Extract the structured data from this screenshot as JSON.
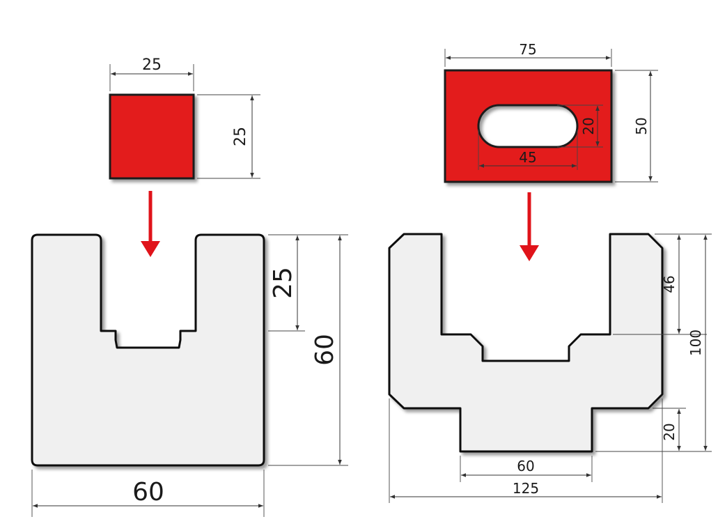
{
  "colors": {
    "part_fill": "#e31b1b",
    "part_stroke": "#1a1a1a",
    "die_fill": "#f0f0f0",
    "die_stroke": "#111111",
    "arrow": "#e0131a",
    "dimension": "#333333",
    "shadow": "#7a7a7a"
  },
  "left": {
    "part_width": "25",
    "part_height": "25",
    "slot_depth": "25",
    "die_height": "60",
    "die_width": "60"
  },
  "right": {
    "plate_width": "75",
    "plate_height": "50",
    "slot_length": "45",
    "slot_width": "20",
    "die_upper_depth": "46",
    "die_height": "100",
    "die_lower_step": "20",
    "die_base_width": "60",
    "die_width": "125"
  }
}
